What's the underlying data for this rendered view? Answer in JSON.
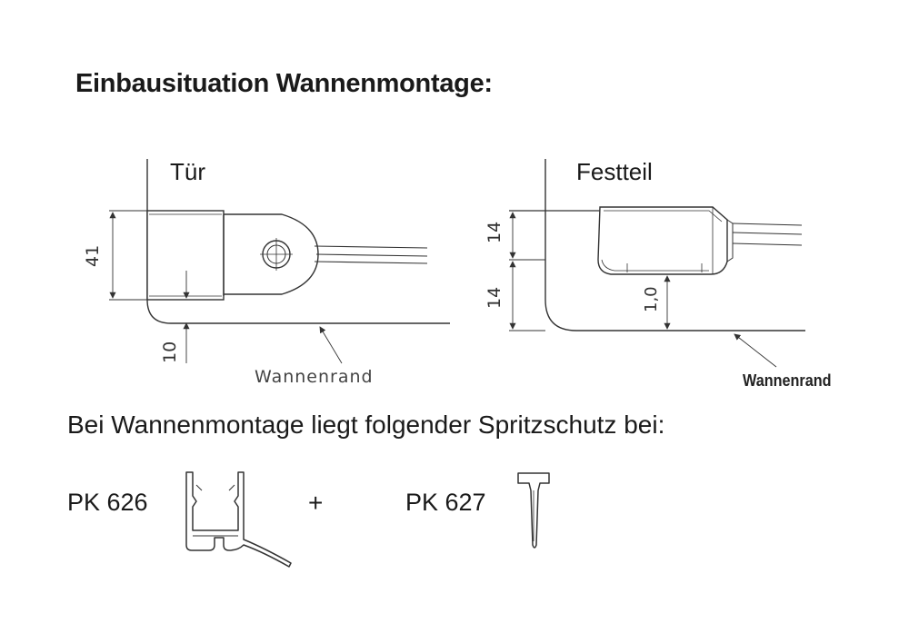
{
  "title": "Einbausituation Wannenmontage:",
  "door": {
    "label": "Tür",
    "dim_height": "41",
    "dim_gap": "10",
    "rim_label": "Wannenrand"
  },
  "fixed": {
    "label": "Festteil",
    "dim_upper": "14",
    "dim_lower": "14",
    "dim_gap": "1,0",
    "rim_label": "Wannenrand"
  },
  "subtitle": "Bei Wannenmontage liegt folgender Spritzschutz bei:",
  "parts": {
    "first": "PK 626",
    "separator": "+",
    "second": "PK 627"
  }
}
